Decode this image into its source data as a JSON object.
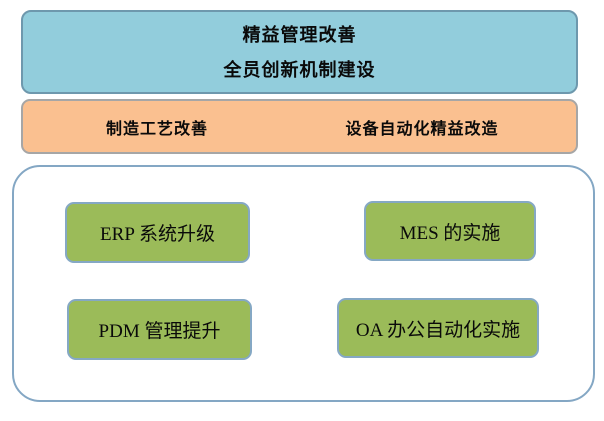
{
  "title_box": {
    "line1": "精益管理改善",
    "line2": "全员创新机制建设",
    "fill": "#92CDDC",
    "border": "#6E98AD"
  },
  "middle_box": {
    "left_label": "制造工艺改善",
    "right_label": "设备自动化精益改造",
    "fill": "#FAC090",
    "border": "#A6A6A6"
  },
  "systems_group": {
    "fill": "#FFFFFF",
    "border": "#84A7C4",
    "item_fill": "#9BBB59",
    "item_border": "#85A8C4",
    "items": [
      {
        "label": "ERP 系统升级"
      },
      {
        "label": "MES 的实施"
      },
      {
        "label": "PDM 管理提升"
      },
      {
        "label": "OA 办公自动化实施"
      }
    ]
  }
}
